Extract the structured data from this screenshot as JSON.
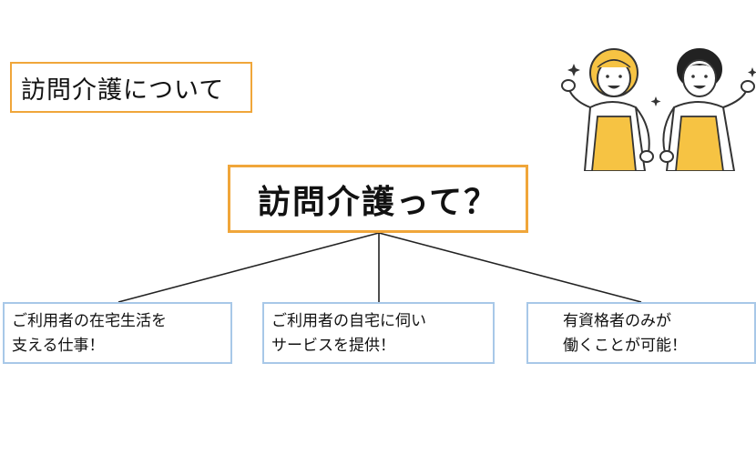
{
  "title": "訪問介護について",
  "question": "訪問介護って？",
  "branches": [
    {
      "text": "ご利用者の在宅生活を\n支える仕事！"
    },
    {
      "text": "ご利用者の自宅に伺い\nサービスを提供！"
    },
    {
      "text": "有資格者のみが\n働くことが可能！"
    }
  ],
  "colors": {
    "title_border": "#f0a63a",
    "branch_border": "#a8c8e8",
    "apron": "#f6c343",
    "hair_blonde": "#f6c343",
    "hair_dark": "#222222"
  },
  "illustration": {
    "description_icon": "two-caregivers-cheering-icon"
  }
}
